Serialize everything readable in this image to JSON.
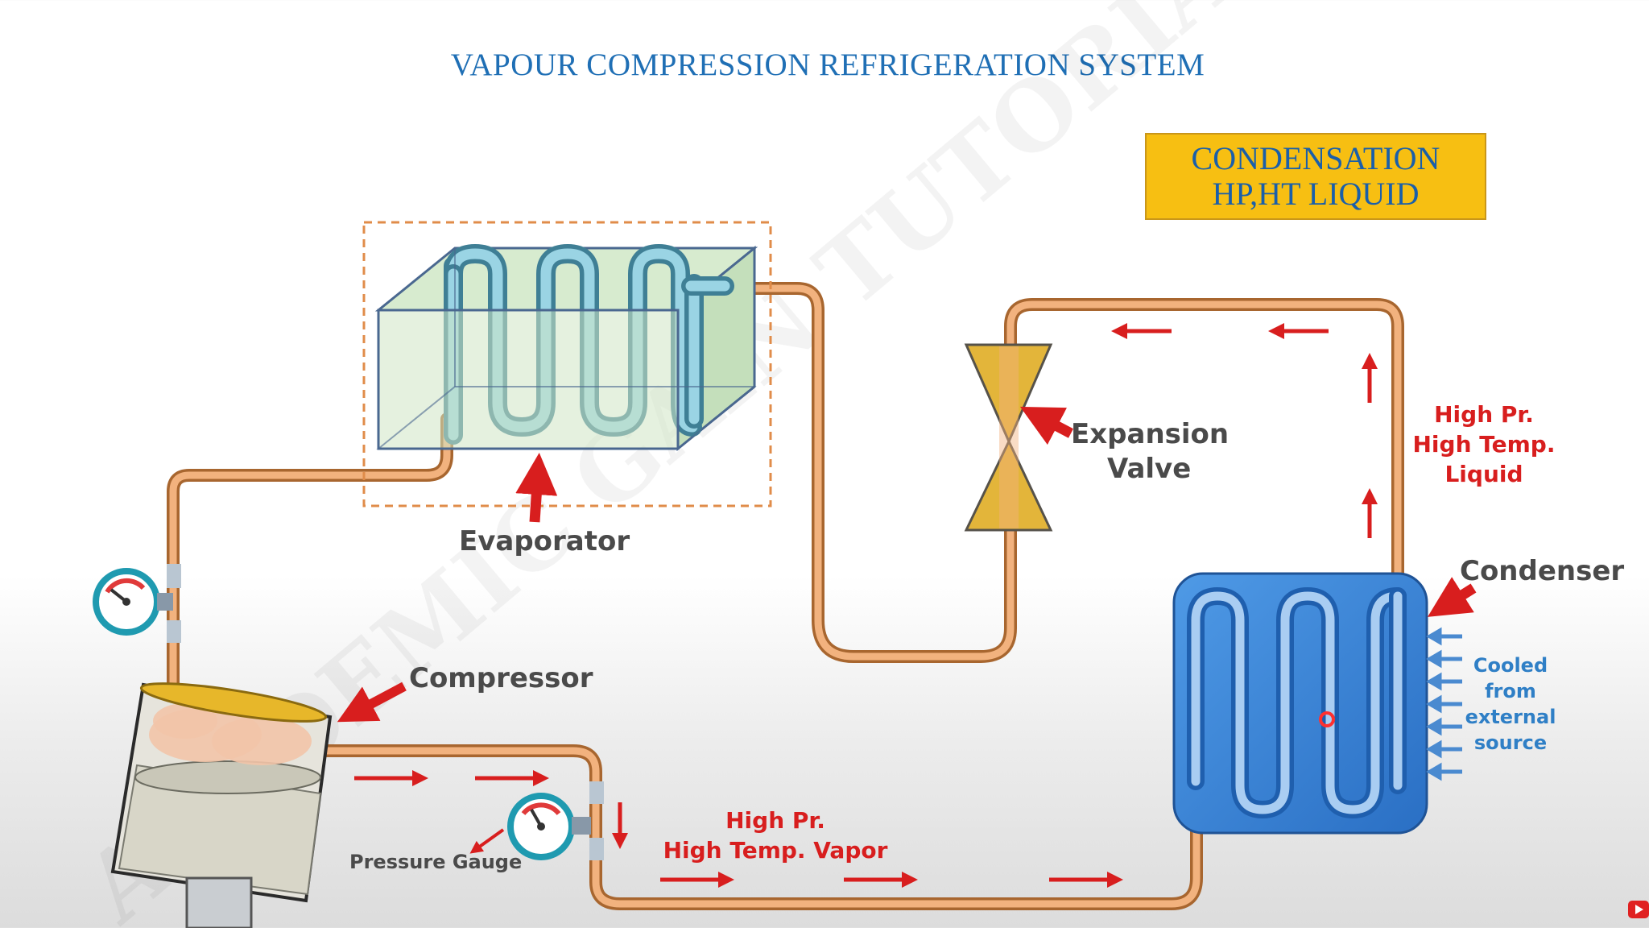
{
  "title": "VAPOUR COMPRESSION REFRIGERATION SYSTEM",
  "state_box": {
    "line1": "CONDENSATION",
    "line2": "HP,HT LIQUID",
    "color": "#f7bf12"
  },
  "labels": {
    "evaporator": "Evaporator",
    "expansion_valve": [
      "Expansion",
      "Valve"
    ],
    "condenser": "Condenser",
    "compressor": "Compressor",
    "pressure_gauge": "Pressure Gauge",
    "high_pr_liquid": [
      "High Pr.",
      "High Temp.",
      "Liquid"
    ],
    "high_pr_vapor": [
      "High Pr.",
      "High Temp. Vapor"
    ],
    "cooled_from": [
      "Cooled",
      "from",
      "external",
      "source"
    ]
  },
  "watermark": "ACADEMIC GAIN TUTORIALS",
  "colors": {
    "title": "#1f6fb5",
    "red_label": "#d81e1e",
    "flow_arrow": "#d81e1e",
    "condenser": "#3a86d8",
    "evaporator_box": "#cfe6c4",
    "valve": "#e3b53a",
    "pipe": "#d9915a"
  },
  "icons": [
    "pressure-gauge-icon",
    "flow-arrow-icon",
    "pointer-arrow-icon",
    "youtube-icon"
  ]
}
